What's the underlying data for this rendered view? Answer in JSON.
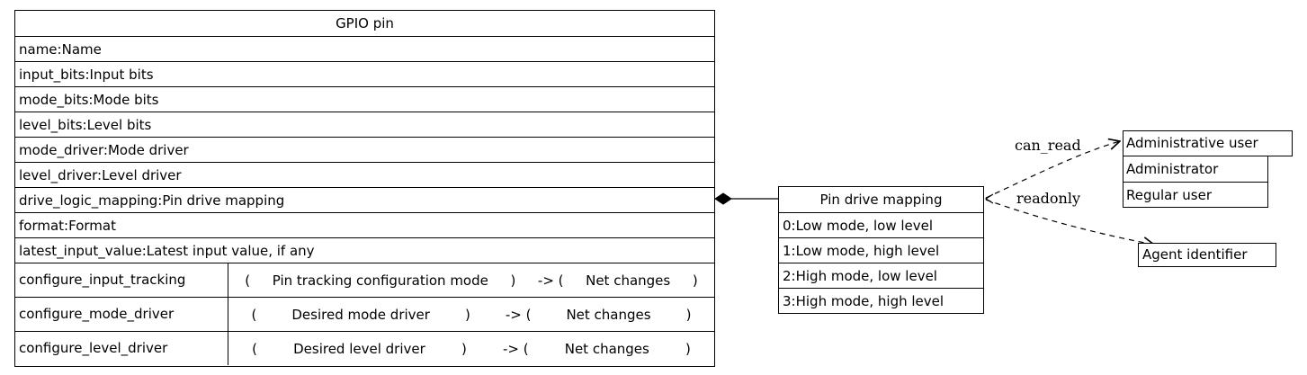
{
  "gpio_pin": {
    "title": "GPIO pin",
    "attributes": [
      "name:Name",
      "input_bits:Input bits",
      "mode_bits:Mode bits",
      "level_bits:Level bits",
      "mode_driver:Mode driver",
      "level_driver:Level driver",
      "drive_logic_mapping:Pin drive mapping",
      "format:Format",
      "latest_input_value:Latest input value, if any"
    ],
    "methods": [
      {
        "name": "configure_input_tracking",
        "open": "(",
        "param": "Pin tracking configuration mode",
        "close": ")",
        "arrow": "-> (",
        "result": "Net changes",
        "end": ")"
      },
      {
        "name": "configure_mode_driver",
        "open": "(",
        "param": "Desired mode driver",
        "close": ")",
        "arrow": "-> (",
        "result": "Net changes",
        "end": ")"
      },
      {
        "name": "configure_level_driver",
        "open": "(",
        "param": "Desired level driver",
        "close": ")",
        "arrow": "-> (",
        "result": "Net changes",
        "end": ")"
      }
    ]
  },
  "pin_drive_mapping": {
    "title": "Pin drive mapping",
    "values": [
      "0:Low mode, low level",
      "1:Low mode, high level",
      "2:High mode, low level",
      "3:High mode, high level"
    ]
  },
  "administrative_user": {
    "title": "Administrative user",
    "values": [
      "Administrator",
      "Regular user"
    ]
  },
  "agent_identifier": {
    "title": "Agent identifier"
  },
  "edges": {
    "can_read": "can_read",
    "readonly": "readonly"
  }
}
